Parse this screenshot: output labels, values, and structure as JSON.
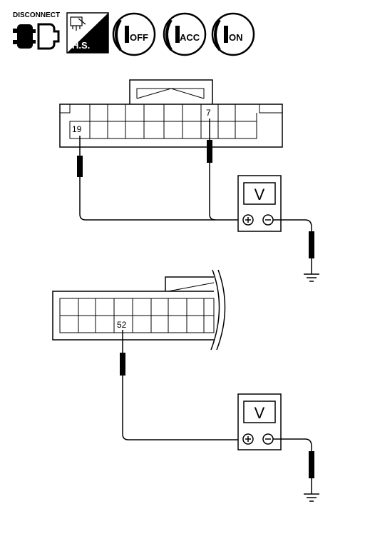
{
  "header": {
    "disconnect_label": "DISCONNECT",
    "hs_label": "H.S.",
    "ignition_conditions": [
      "OFF",
      "ACC",
      "ON"
    ]
  },
  "connector_top": {
    "pin_left": "19",
    "pin_right": "7"
  },
  "connector_bottom": {
    "pin": "52"
  },
  "meters": {
    "unit": "V",
    "plus": "+",
    "minus": "−"
  }
}
